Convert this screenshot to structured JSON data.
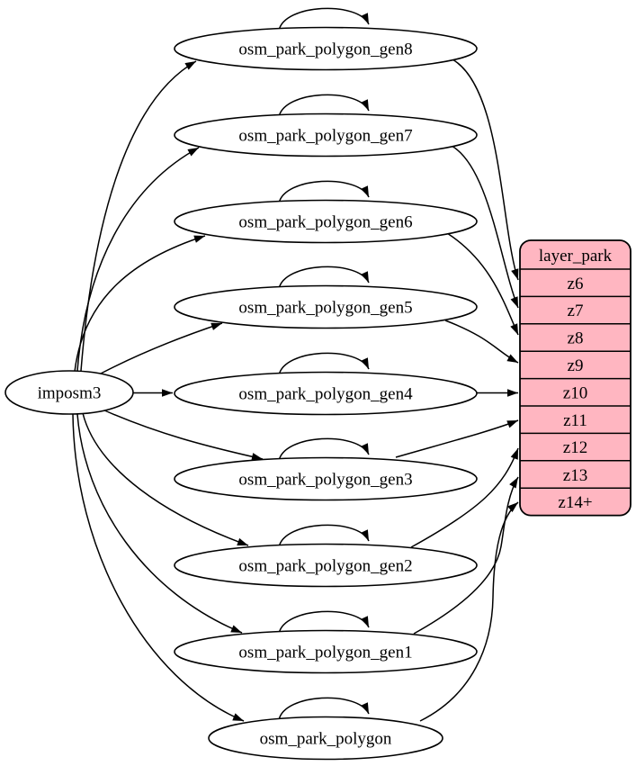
{
  "graph": {
    "source_node": {
      "label": "imposm3"
    },
    "table_nodes": [
      {
        "label": "osm_park_polygon_gen8",
        "target_row": "z6"
      },
      {
        "label": "osm_park_polygon_gen7",
        "target_row": "z7"
      },
      {
        "label": "osm_park_polygon_gen6",
        "target_row": "z8"
      },
      {
        "label": "osm_park_polygon_gen5",
        "target_row": "z9"
      },
      {
        "label": "osm_park_polygon_gen4",
        "target_row": "z10"
      },
      {
        "label": "osm_park_polygon_gen3",
        "target_row": "z11"
      },
      {
        "label": "osm_park_polygon_gen2",
        "target_row": "z12"
      },
      {
        "label": "osm_park_polygon_gen1",
        "target_row": "z13"
      },
      {
        "label": "osm_park_polygon",
        "target_row": "z14+"
      }
    ],
    "layer_node": {
      "title": "layer_park",
      "rows": [
        "z6",
        "z7",
        "z8",
        "z9",
        "z10",
        "z11",
        "z12",
        "z13",
        "z14+"
      ],
      "fill_color": "#ffb6c1",
      "border_color": "#000000"
    },
    "colors": {
      "node_fill": "#ffffff",
      "stroke": "#000000",
      "background": "#ffffff"
    },
    "edges": [
      {
        "from": "imposm3",
        "to": "osm_park_polygon_gen8"
      },
      {
        "from": "imposm3",
        "to": "osm_park_polygon_gen7"
      },
      {
        "from": "imposm3",
        "to": "osm_park_polygon_gen6"
      },
      {
        "from": "imposm3",
        "to": "osm_park_polygon_gen5"
      },
      {
        "from": "imposm3",
        "to": "osm_park_polygon_gen4"
      },
      {
        "from": "imposm3",
        "to": "osm_park_polygon_gen3"
      },
      {
        "from": "imposm3",
        "to": "osm_park_polygon_gen2"
      },
      {
        "from": "imposm3",
        "to": "osm_park_polygon_gen1"
      },
      {
        "from": "imposm3",
        "to": "osm_park_polygon"
      },
      {
        "from": "osm_park_polygon_gen8",
        "to": "osm_park_polygon_gen8",
        "type": "self-loop"
      },
      {
        "from": "osm_park_polygon_gen7",
        "to": "osm_park_polygon_gen7",
        "type": "self-loop"
      },
      {
        "from": "osm_park_polygon_gen6",
        "to": "osm_park_polygon_gen6",
        "type": "self-loop"
      },
      {
        "from": "osm_park_polygon_gen5",
        "to": "osm_park_polygon_gen5",
        "type": "self-loop"
      },
      {
        "from": "osm_park_polygon_gen4",
        "to": "osm_park_polygon_gen4",
        "type": "self-loop"
      },
      {
        "from": "osm_park_polygon_gen3",
        "to": "osm_park_polygon_gen3",
        "type": "self-loop"
      },
      {
        "from": "osm_park_polygon_gen2",
        "to": "osm_park_polygon_gen2",
        "type": "self-loop"
      },
      {
        "from": "osm_park_polygon_gen1",
        "to": "osm_park_polygon_gen1",
        "type": "self-loop"
      },
      {
        "from": "osm_park_polygon",
        "to": "osm_park_polygon",
        "type": "self-loop"
      },
      {
        "from": "osm_park_polygon_gen8",
        "to": "layer_park:z6"
      },
      {
        "from": "osm_park_polygon_gen7",
        "to": "layer_park:z7"
      },
      {
        "from": "osm_park_polygon_gen6",
        "to": "layer_park:z8"
      },
      {
        "from": "osm_park_polygon_gen5",
        "to": "layer_park:z9"
      },
      {
        "from": "osm_park_polygon_gen4",
        "to": "layer_park:z10"
      },
      {
        "from": "osm_park_polygon_gen3",
        "to": "layer_park:z11"
      },
      {
        "from": "osm_park_polygon_gen2",
        "to": "layer_park:z12"
      },
      {
        "from": "osm_park_polygon_gen1",
        "to": "layer_park:z13"
      },
      {
        "from": "osm_park_polygon",
        "to": "layer_park:z14+"
      }
    ]
  }
}
